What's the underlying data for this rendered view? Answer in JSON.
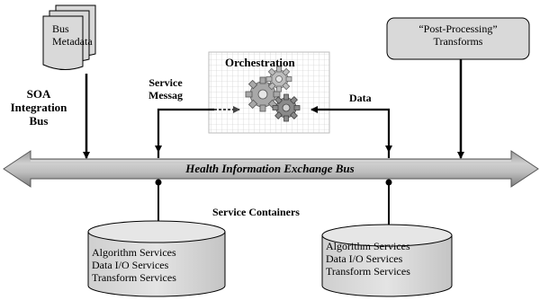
{
  "metadata": {
    "line1": "Bus",
    "line2": "Metadata"
  },
  "soa": {
    "line1": "SOA",
    "line2": "Integration",
    "line3": "Bus"
  },
  "service_message": {
    "line1": "Service",
    "line2": "Messag"
  },
  "orchestration": {
    "title": "Orchestration"
  },
  "data_label": "Data",
  "post_processing": {
    "line1": "“Post-Processing”",
    "line2": "Transforms"
  },
  "bus": {
    "label": "Health Information Exchange Bus"
  },
  "containers": {
    "title": "Service Containers",
    "left": {
      "items": [
        "Algorithm Services",
        "Data I/O Services",
        "Transform Services"
      ]
    },
    "right": {
      "items": [
        "Algorithm Services",
        "Data I/O Services",
        "Transform Services"
      ]
    }
  },
  "colors": {
    "bus_fill": "#b8b8b8",
    "bus_dark": "#7a7a7a",
    "box_fill": "#d9d9d9",
    "gear_fill": "#a8a8a8",
    "grid": "#c8c8c8"
  }
}
